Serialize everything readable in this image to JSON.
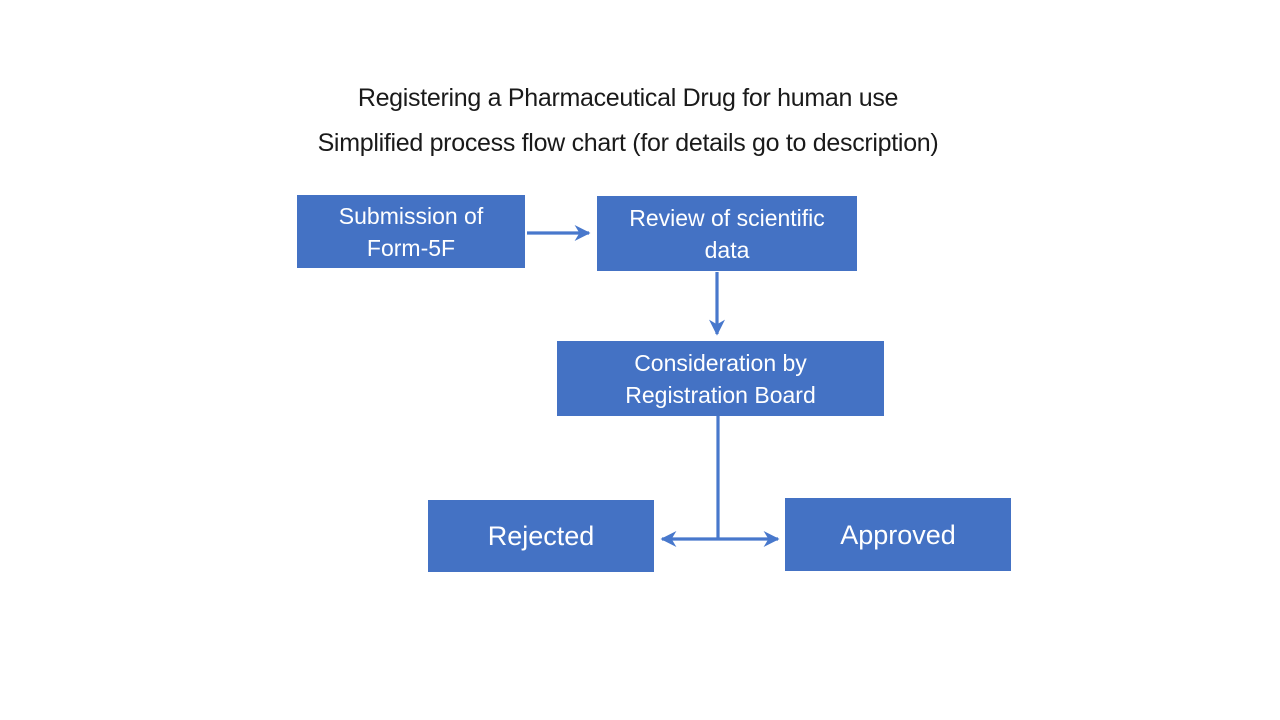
{
  "title": {
    "line1": "Registering a Pharmaceutical Drug for human use",
    "line2": "Simplified process flow chart (for details go to description)"
  },
  "diagram": {
    "type": "flowchart",
    "nodes": [
      {
        "id": "submission",
        "label": "Submission of Form-5F"
      },
      {
        "id": "review",
        "label": "Review of scientific data"
      },
      {
        "id": "consideration",
        "label": "Consideration by Registration Board"
      },
      {
        "id": "rejected",
        "label": "Rejected"
      },
      {
        "id": "approved",
        "label": "Approved"
      }
    ],
    "connections": [
      {
        "from": "submission",
        "to": "review",
        "style": "arrow"
      },
      {
        "from": "review",
        "to": "consideration",
        "style": "arrow"
      },
      {
        "from": "consideration",
        "to": "rejected",
        "style": "arrow"
      },
      {
        "from": "consideration",
        "to": "approved",
        "style": "arrow"
      }
    ]
  },
  "colors": {
    "node-fill": "#4472C4",
    "node-text": "#FFFFFF",
    "connector": "#4878CC",
    "title-text": "#1A1A1A",
    "background": "#FFFFFF"
  }
}
